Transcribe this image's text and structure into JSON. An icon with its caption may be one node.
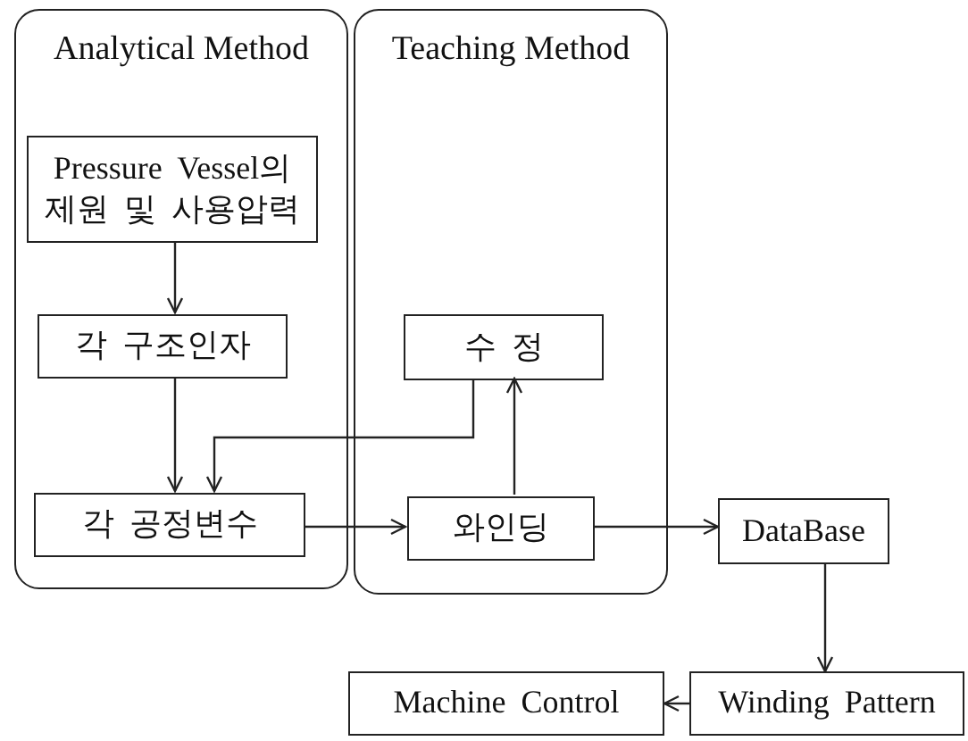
{
  "diagram": {
    "nodes": [
      {
        "text": [
          "Analytical Method"
        ]
      },
      {
        "text": [
          "Teaching Method"
        ]
      },
      {
        "text": [
          "Pressure Vessel의 제원 및 사용압력"
        ],
        "in": 0
      },
      {
        "text": [
          "각 구조인자"
        ],
        "in": 0
      },
      {
        "text": [
          "각 공정변수"
        ],
        "in": 0
      },
      {
        "text": [
          "수 정"
        ],
        "in": 1
      },
      {
        "text": [
          "와인딩"
        ],
        "in": 1
      },
      {
        "text": [
          "DataBase"
        ]
      },
      {
        "text": [
          "Winding Pattern"
        ]
      },
      {
        "text": [
          "Machine Control"
        ]
      }
    ],
    "edges": [
      {
        "from": 2,
        "to": 3,
        "arrow": "to"
      },
      {
        "from": 3,
        "to": 4,
        "arrow": "to"
      },
      {
        "from": 5,
        "to": 4,
        "arrow": "to"
      },
      {
        "from": 4,
        "to": 6,
        "arrow": "to"
      },
      {
        "from": 6,
        "to": 5,
        "arrow": "to"
      },
      {
        "from": 6,
        "to": 7,
        "arrow": "to"
      },
      {
        "from": 7,
        "to": 8,
        "arrow": "to"
      },
      {
        "from": 8,
        "to": 9,
        "arrow": "to"
      }
    ]
  }
}
